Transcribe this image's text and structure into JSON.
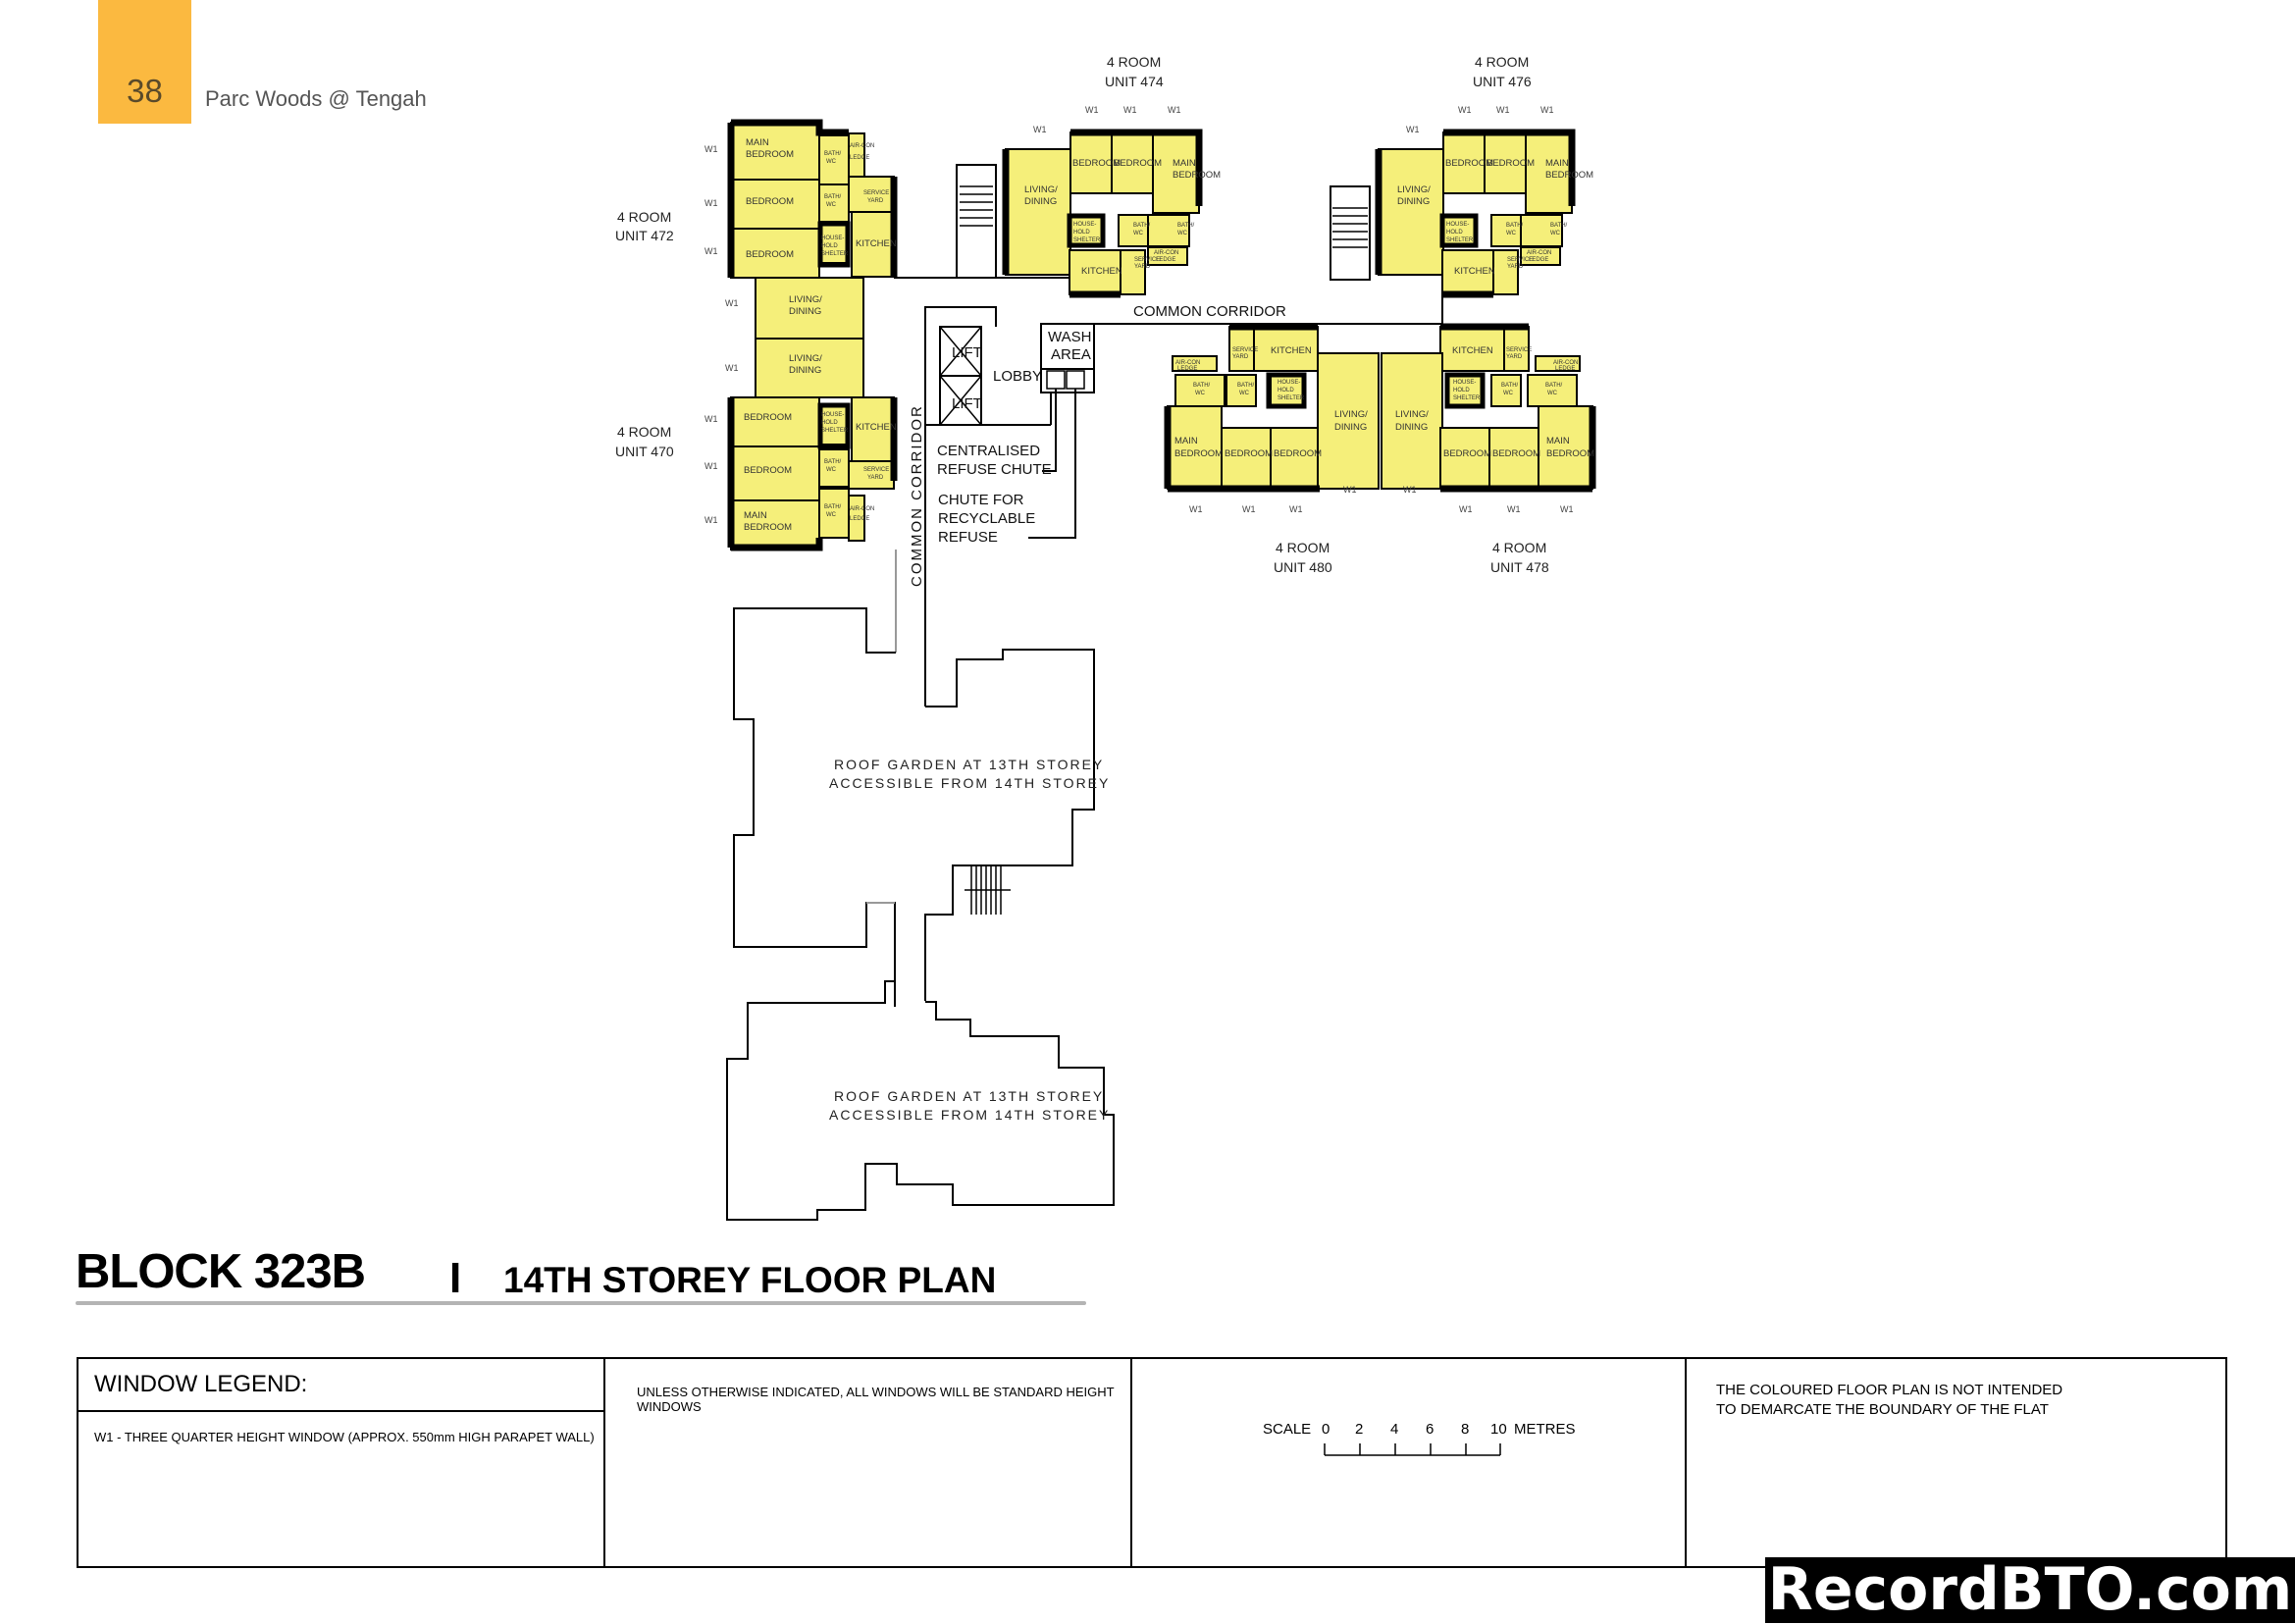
{
  "header": {
    "page_number": "38",
    "document_title": "Parc Woods @ Tengah",
    "accent_color": "#fbb940"
  },
  "plan": {
    "unit_fill_color": "#f5ef7a",
    "units": [
      {
        "id": "472",
        "type_label": "4 ROOM",
        "unit_label": "UNIT 472",
        "rooms": [
          "MAIN BEDROOM",
          "BEDROOM",
          "BEDROOM",
          "BATH/ WC",
          "BATH/ WC",
          "AIR-CON LEDGE",
          "SERVICE YARD",
          "HOUSE-HOLD SHELTER",
          "KITCHEN",
          "LIVING/ DINING"
        ]
      },
      {
        "id": "470",
        "type_label": "4 ROOM",
        "unit_label": "UNIT 470",
        "rooms": [
          "LIVING/ DINING",
          "BEDROOM",
          "BEDROOM",
          "MAIN BEDROOM",
          "HOUSE-HOLD SHELTER",
          "KITCHEN",
          "BATH/ WC",
          "BATH/ WC",
          "SERVICE YARD",
          "AIR-CON LEDGE"
        ]
      },
      {
        "id": "474",
        "type_label": "4 ROOM",
        "unit_label": "UNIT 474",
        "rooms": [
          "LIVING/ DINING",
          "BEDROOM",
          "BEDROOM",
          "MAIN BEDROOM",
          "HOUSE-HOLD SHELTER",
          "BATH/ WC",
          "BATH/ WC",
          "KITCHEN",
          "SERVICE YARD",
          "AIR-CON LEDGE"
        ]
      },
      {
        "id": "476",
        "type_label": "4 ROOM",
        "unit_label": "UNIT 476",
        "rooms": [
          "LIVING/ DINING",
          "BEDROOM",
          "BEDROOM",
          "MAIN BEDROOM",
          "HOUSE-HOLD SHELTER",
          "BATH/ WC",
          "BATH/ WC",
          "KITCHEN",
          "SERVICE YARD",
          "AIR-CON LEDGE"
        ]
      },
      {
        "id": "480",
        "type_label": "4 ROOM",
        "unit_label": "UNIT 480",
        "rooms": [
          "AIR-CON LEDGE",
          "SERVICE YARD",
          "KITCHEN",
          "BATH/ WC",
          "BATH/ WC",
          "HOUSE-HOLD SHELTER",
          "LIVING/ DINING",
          "MAIN BEDROOM",
          "BEDROOM",
          "BEDROOM"
        ]
      },
      {
        "id": "478",
        "type_label": "4 ROOM",
        "unit_label": "UNIT 478",
        "rooms": [
          "KITCHEN",
          "SERVICE YARD",
          "AIR-CON LEDGE",
          "HOUSE-HOLD SHELTER",
          "BATH/ WC",
          "BATH/ WC",
          "LIVING/ DINING",
          "BEDROOM",
          "BEDROOM",
          "MAIN BEDROOM"
        ]
      }
    ],
    "room_labels": {
      "main_bedroom_1": "MAIN",
      "main_bedroom_2": "BEDROOM",
      "bedroom": "BEDROOM",
      "bath_1": "BATH/",
      "bath_2": "WC",
      "kitchen": "KITCHEN",
      "living_1": "LIVING/",
      "living_2": "DINING",
      "shelter_1": "HOUSE-",
      "shelter_2": "HOLD",
      "shelter_3": "SHELTER",
      "service_1": "SERVICE",
      "service_2": "YARD",
      "aircon_1": "AIR-CON",
      "aircon_2": "LEDGE",
      "window": "W1"
    },
    "common": {
      "lift_1": "LIFT",
      "lift_2": "LIFT",
      "lobby": "LOBBY",
      "wash_area_1": "WASH",
      "wash_area_2": "AREA",
      "common_corridor_h": "COMMON CORRIDOR",
      "common_corridor_v": "COMMON CORRIDOR",
      "refuse_chute_1": "CENTRALISED",
      "refuse_chute_2": "REFUSE CHUTE",
      "recycle_chute_1": "CHUTE FOR",
      "recycle_chute_2": "RECYCLABLE",
      "recycle_chute_3": "REFUSE"
    },
    "roof_gardens": [
      {
        "line1": "ROOF GARDEN AT 13TH STOREY",
        "line2": "ACCESSIBLE FROM  14TH STOREY"
      },
      {
        "line1": "ROOF GARDEN AT 13TH STOREY",
        "line2": "ACCESSIBLE FROM  14TH STOREY"
      }
    ]
  },
  "title": {
    "block": "BLOCK 323B",
    "separator": "I",
    "subtitle": "14TH STOREY FLOOR PLAN"
  },
  "legend": {
    "heading": "WINDOW LEGEND:",
    "w1_description": "W1  -  THREE QUARTER HEIGHT WINDOW (APPROX. 550mm HIGH PARAPET WALL)",
    "standard_note": "UNLESS OTHERWISE INDICATED,  ALL WINDOWS WILL BE STANDARD HEIGHT WINDOWS",
    "scale": {
      "label": "SCALE",
      "ticks": [
        "0",
        "2",
        "4",
        "6",
        "8",
        "10"
      ],
      "unit": "METRES"
    },
    "disclaimer_line1": "THE COLOURED FLOOR PLAN IS NOT INTENDED",
    "disclaimer_line2": "TO DEMARCATE THE BOUNDARY OF THE FLAT"
  },
  "watermark": {
    "text": "RecordBTO.com"
  }
}
